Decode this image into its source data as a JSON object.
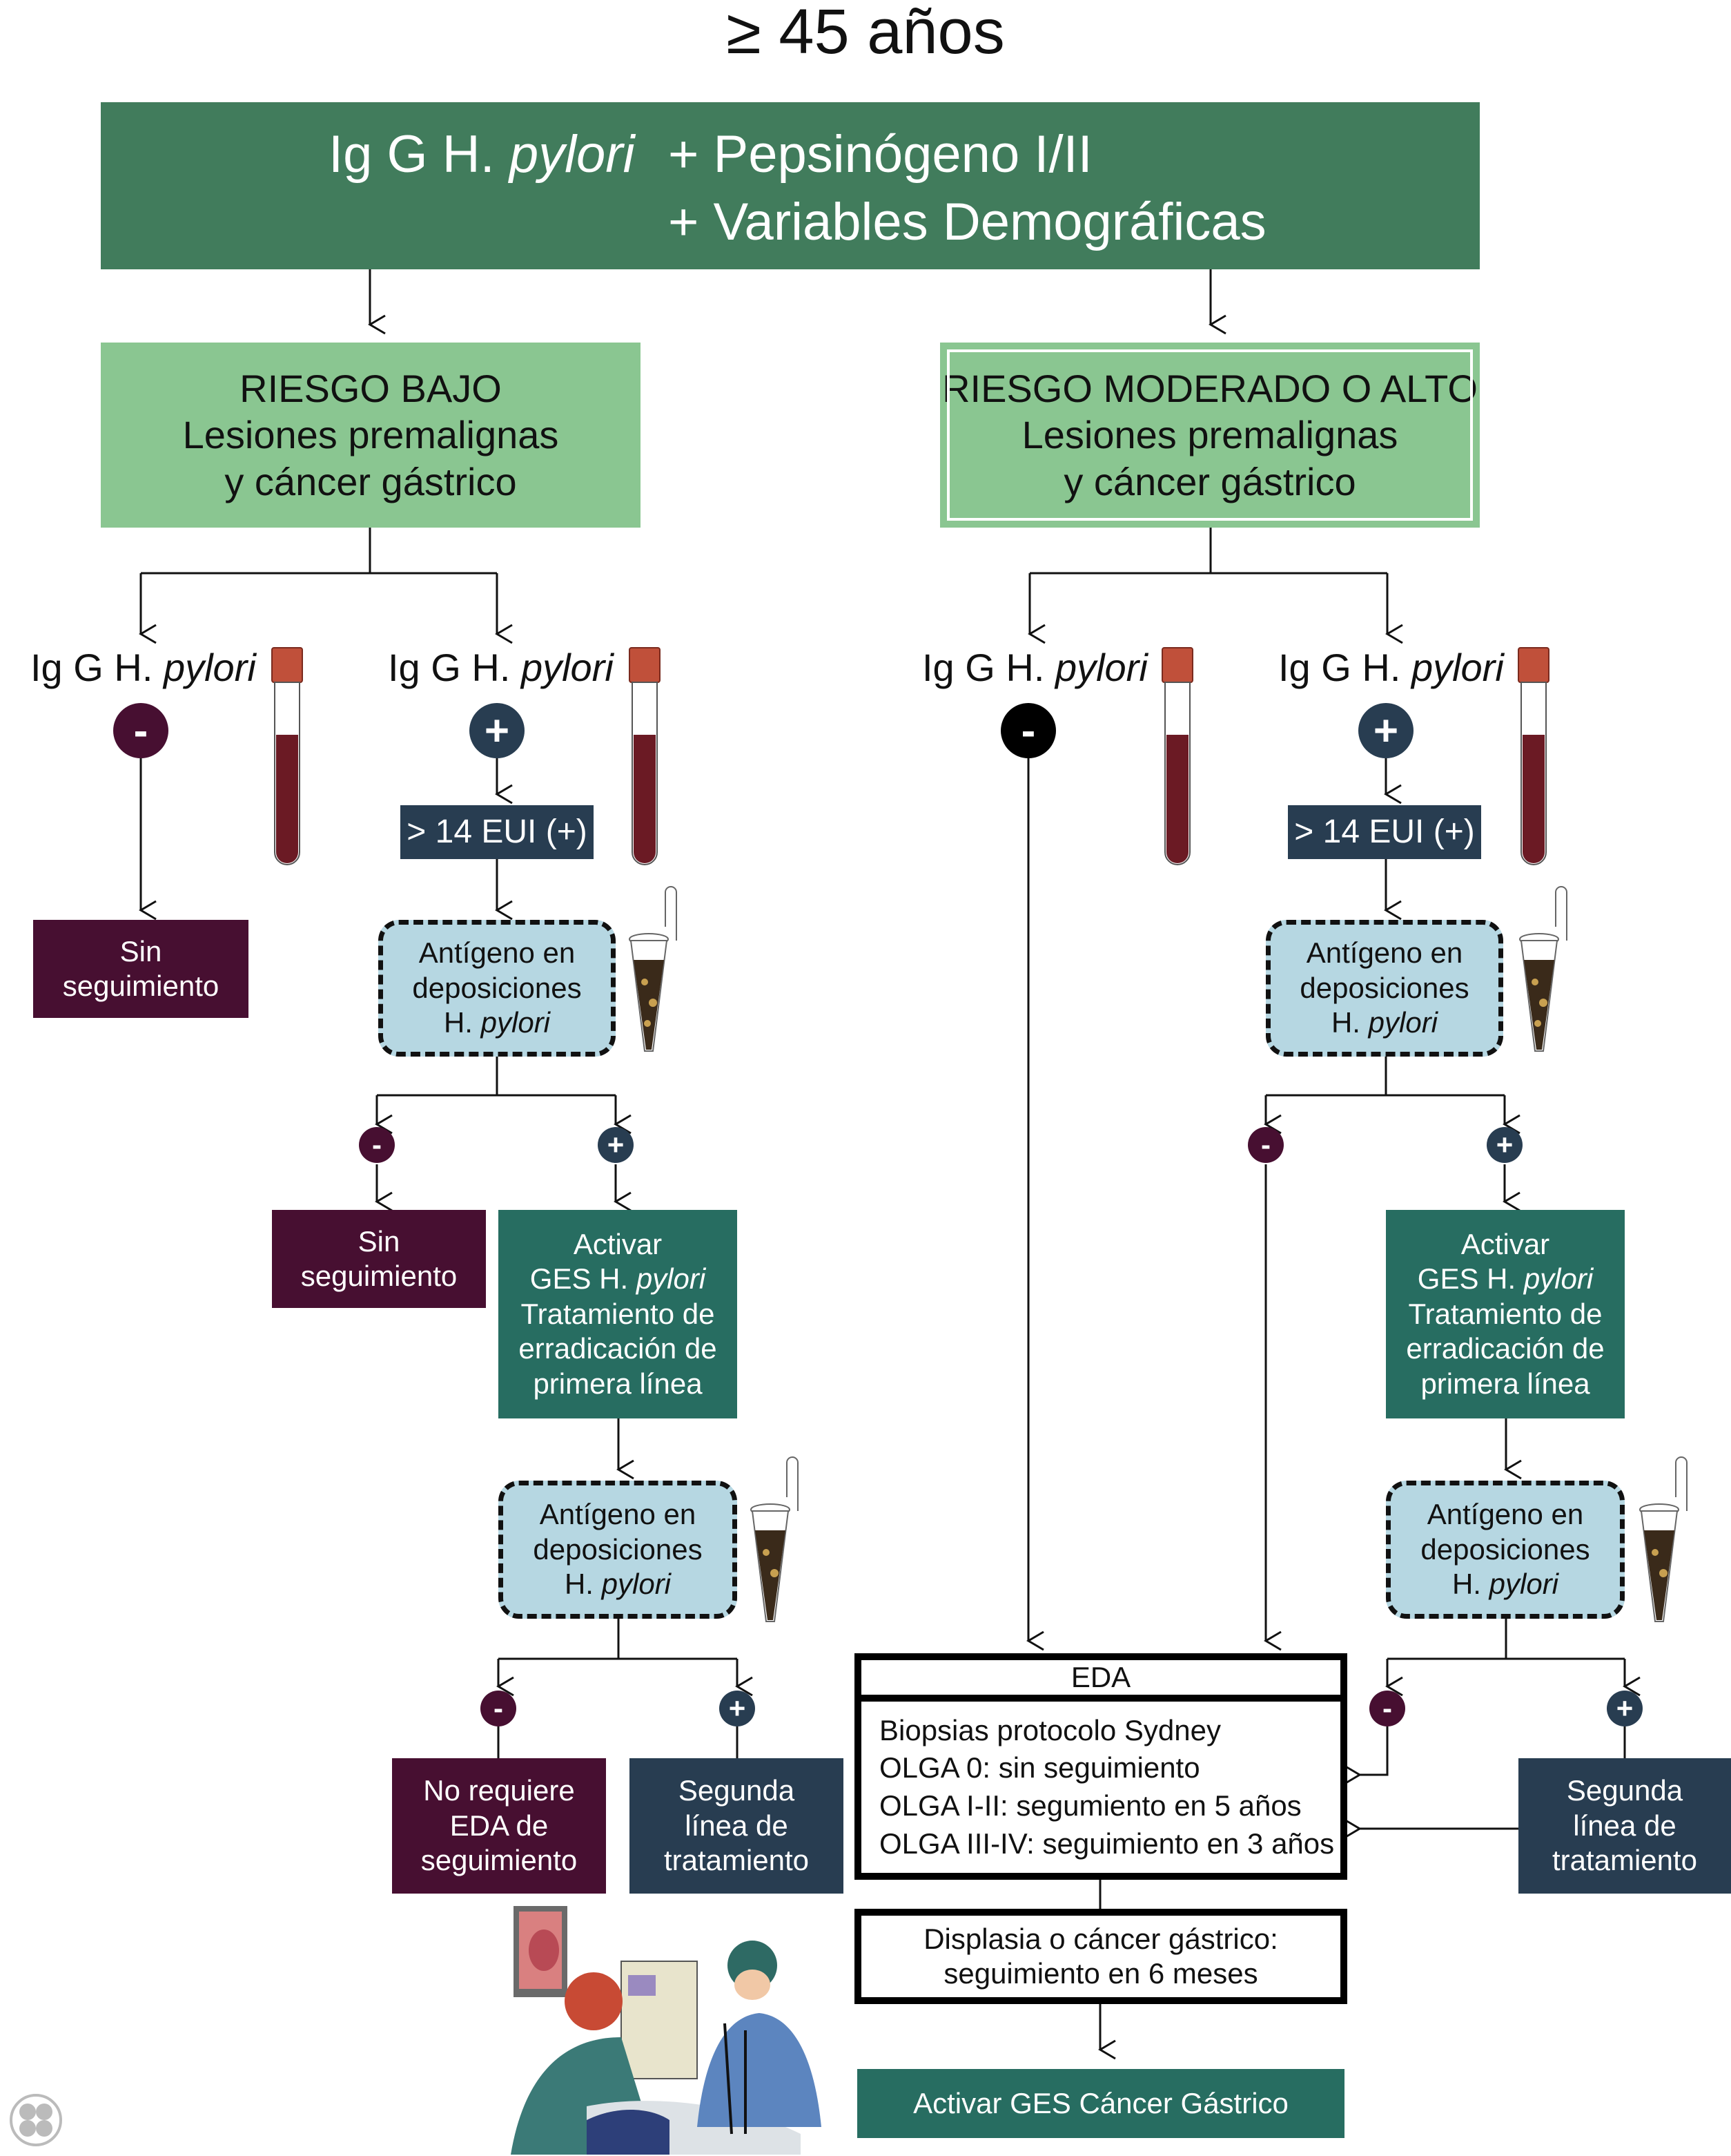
{
  "title": "≥ 45 años",
  "header": {
    "line1_prefix": "Ig G H. ",
    "line1_italic": "pylori",
    "line2": "+ Pepsinógeno I/II",
    "line3": "+ Variables Demográficas"
  },
  "risk_low": {
    "line1": "RIESGO BAJO",
    "line2": "Lesiones premalignas",
    "line3": "y cáncer gástrico"
  },
  "risk_high": {
    "line1": "RIESGO MODERADO O ALTO",
    "line2": "Lesiones premalignas",
    "line3": "y cáncer gástrico"
  },
  "igg_label": {
    "prefix": "Ig G H. ",
    "italic": "pylori"
  },
  "signs": {
    "negative": "-",
    "positive": "+"
  },
  "eui": "> 14 EUI (+)",
  "antigen": {
    "line1": "Antígeno en",
    "line2": "deposiciones",
    "line3_prefix": "H. ",
    "line3_italic": "pylori"
  },
  "no_followup": {
    "line1": "Sin",
    "line2": "seguimiento"
  },
  "activate_treatment": {
    "line1": "Activar",
    "line2_prefix": "GES H. ",
    "line2_italic": "pylori",
    "line3": "Tratamiento de",
    "line4": "erradicación de",
    "line5": "primera línea"
  },
  "no_eda": {
    "line1": "No requiere",
    "line2": "EDA de",
    "line3": "seguimiento"
  },
  "second_line": {
    "line1": "Segunda",
    "line2": "línea de",
    "line3": "tratamiento"
  },
  "eda": {
    "title": "EDA",
    "items": [
      "Biopsias protocolo Sydney",
      "OLGA 0: sin seguimiento",
      "OLGA I-II: segumiento en 5 años",
      "OLGA III-IV: seguimiento en 3 años"
    ]
  },
  "dysplasia": {
    "line1": "Displasia o cáncer gástrico:",
    "line2": "seguimiento en 6 meses"
  },
  "ges_cancer": "Activar GES Cáncer Gástrico",
  "colors": {
    "header_green": "#417c5c",
    "risk_green": "#8ac691",
    "maroon": "#470f31",
    "navy": "#283d51",
    "teal": "#276d61",
    "antigen_blue": "#b6d7e2",
    "blood_red": "#6b1a24",
    "cap_orange": "#c0503a"
  }
}
